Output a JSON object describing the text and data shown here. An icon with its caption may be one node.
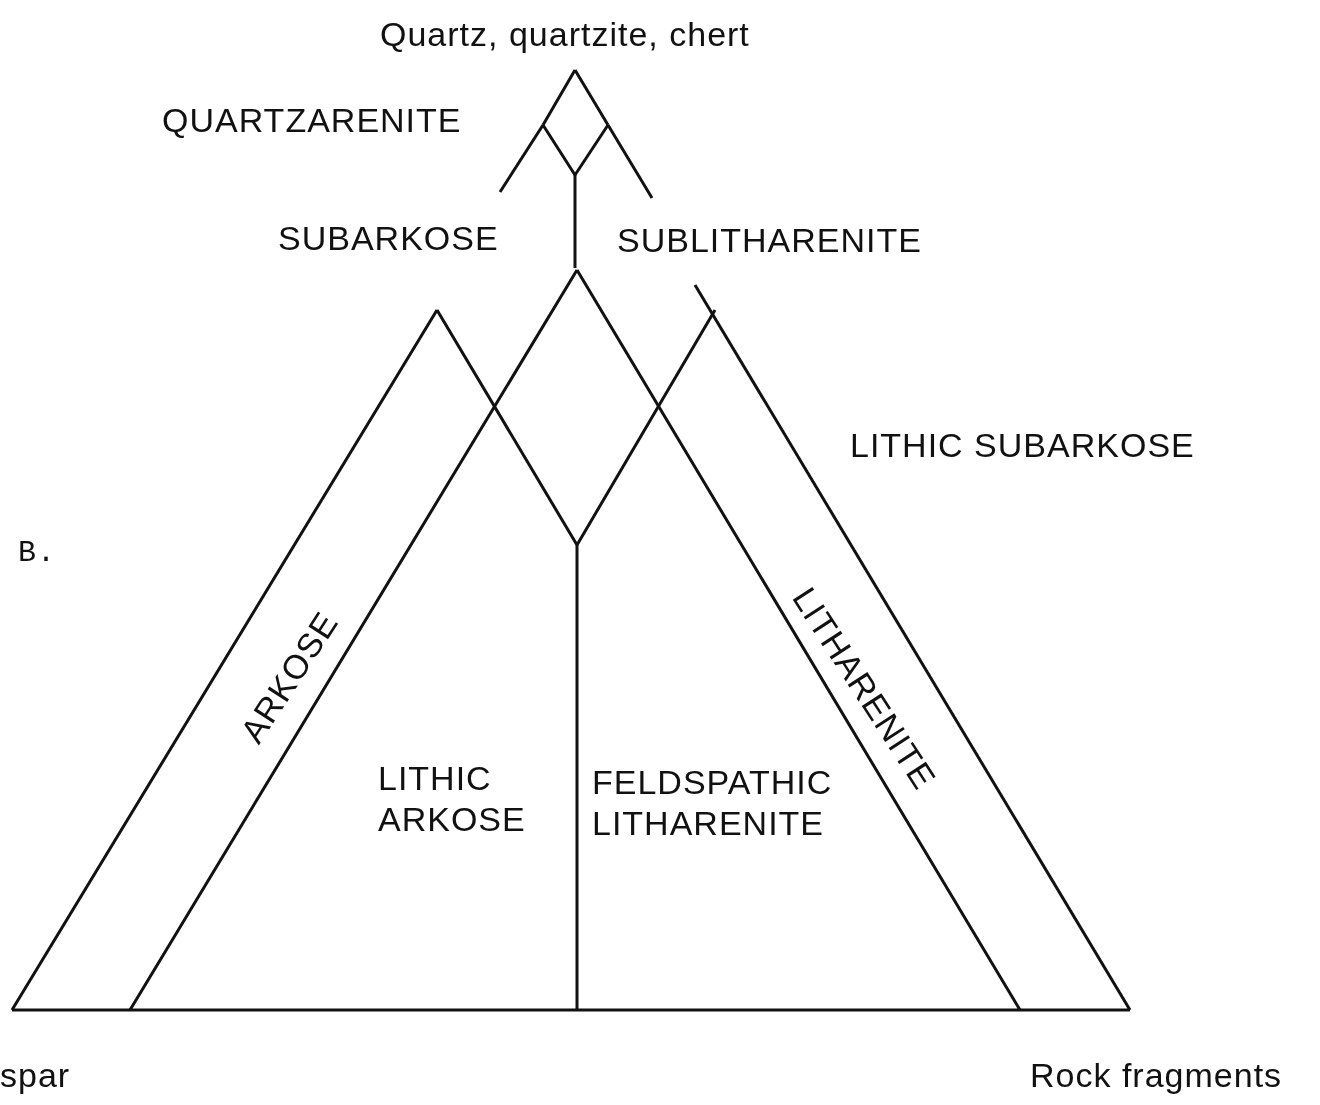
{
  "diagram": {
    "labels": [
      "Quartz, quartzite, chert",
      "QUARTZARENITE",
      "SUBARKOSE",
      "SUBLITHARENITE",
      "LITHIC SUBARKOSE",
      "B.",
      "ARKOSE",
      "LITHARENITE",
      "LITHIC ARKOSE",
      "FELDSPATHIC LITHARENITE",
      "spar",
      "Rock fragments"
    ]
  }
}
